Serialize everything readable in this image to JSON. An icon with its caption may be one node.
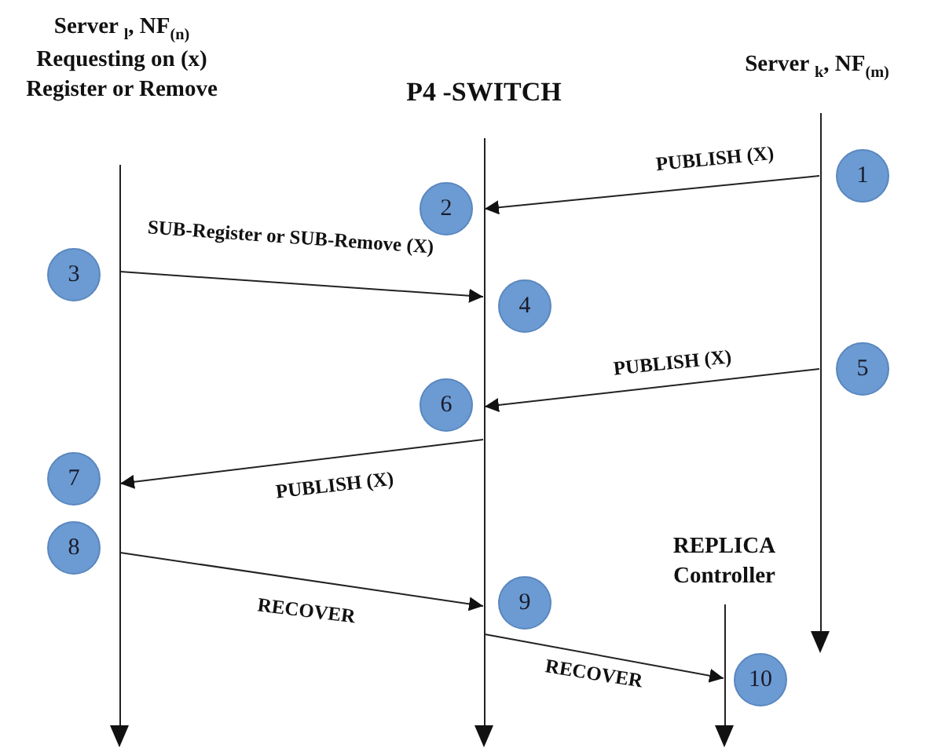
{
  "diagram": {
    "nodes": [
      {
        "text": [
          "Server $_{l}$, NF$_{(n)}$",
          "Requesting on (x) Register or Remove"
        ]
      },
      {
        "text": [
          "P4 -SWITCH"
        ]
      },
      {
        "text": [
          "Server $_{k}$, NF$_{(m)}$"
        ]
      },
      {
        "text": [
          "REPLICA Controller"
        ]
      },
      {
        "text": [],
        "shape": "bar"
      },
      {
        "text": [],
        "shape": "bar"
      },
      {
        "text": [],
        "shape": "bar"
      },
      {
        "text": [],
        "shape": "bar"
      }
    ],
    "edges": [
      {
        "from": 6,
        "to": 5,
        "arrow": "to",
        "label": "PUBLISH (X)"
      },
      {
        "from": 4,
        "to": 5,
        "arrow": "to",
        "label": "SUB-Register or SUB-Remove (X)"
      },
      {
        "from": 6,
        "to": 5,
        "arrow": "to",
        "label": "PUBLISH (X)"
      },
      {
        "from": 5,
        "to": 4,
        "arrow": "to",
        "label": "PUBLISH (X)"
      },
      {
        "from": 4,
        "to": 5,
        "arrow": "to",
        "label": "RECOVER"
      },
      {
        "from": 5,
        "to": 7,
        "arrow": "to",
        "label": "RECOVER"
      }
    ],
    "labels": [
      "1",
      "2",
      "3",
      "4",
      "5",
      "6",
      "7",
      "8",
      "9",
      "10"
    ]
  }
}
